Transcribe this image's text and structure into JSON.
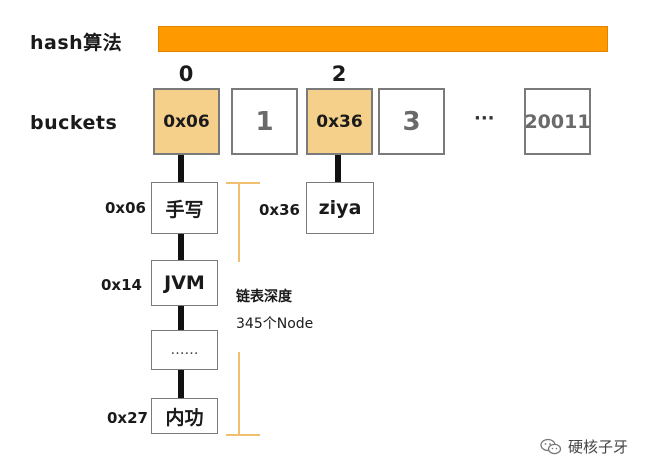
{
  "labels": {
    "hash": "hash算法",
    "buckets": "buckets"
  },
  "indices": {
    "i0": "0",
    "i2": "2"
  },
  "buckets": [
    {
      "text": "0x06",
      "filled": true
    },
    {
      "text": "1",
      "filled": false
    },
    {
      "text": "0x36",
      "filled": true
    },
    {
      "text": "3",
      "filled": false
    },
    {
      "text": "20011",
      "filled": false
    }
  ],
  "bucket_ellipsis": "···",
  "chain": [
    {
      "hash": "0x06",
      "text": "手写"
    },
    {
      "hash": "0x14",
      "text": "JVM"
    },
    {
      "hash": "",
      "text": "……"
    },
    {
      "hash": "0x27",
      "text": "内功"
    }
  ],
  "side_node": {
    "hash": "0x36",
    "text": "ziya"
  },
  "annotation": {
    "line1": "链表深度",
    "line2": "345个Node"
  },
  "colors": {
    "hash_bar": "#ff9900",
    "filled_bucket": "#f5d08a",
    "bracket": "#f0c070"
  },
  "watermark": {
    "icon": "wechat-icon",
    "text": "硬核子牙"
  }
}
